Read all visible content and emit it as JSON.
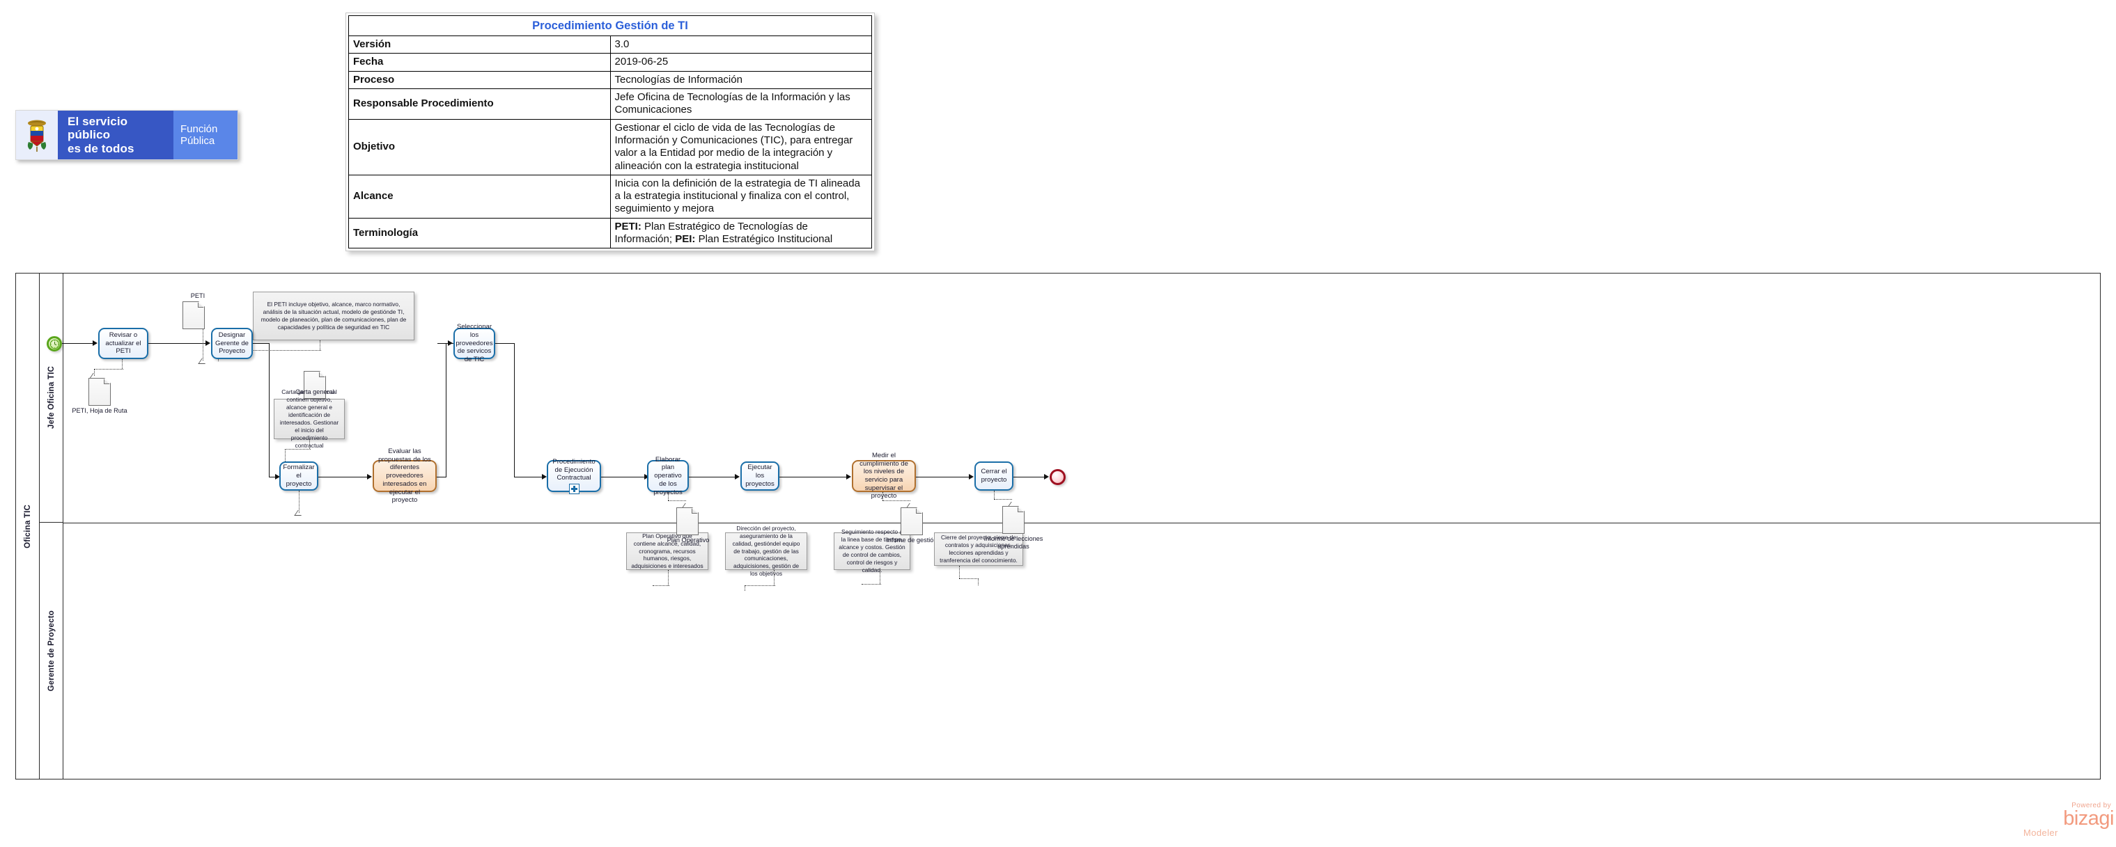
{
  "logo": {
    "crest_name": "colombia-coat-of-arms",
    "slogan_line1": "El servicio público",
    "slogan_line2": "es de todos",
    "entity_line1": "Función",
    "entity_line2": "Pública",
    "slogan_bg": "#3757c4",
    "entity_bg": "#5a86e8"
  },
  "header_table": {
    "title": "Procedimiento Gestión de TI",
    "title_color": "#2b5fd9",
    "rows": [
      {
        "label": "Versión",
        "value": "3.0"
      },
      {
        "label": "Fecha",
        "value": "2019-06-25"
      },
      {
        "label": "Proceso",
        "value": "Tecnologías de Información"
      },
      {
        "label": "Responsable Procedimiento",
        "value": "Jefe Oficina de Tecnologías de la Información y las Comunicaciones"
      },
      {
        "label": "Objetivo",
        "value": "Gestionar el ciclo de vida de las Tecnologías de Información y Comunicaciones (TIC), para entregar valor a la Entidad por medio de la integración y alineación con la estrategia institucional"
      },
      {
        "label": "Alcance",
        "value": "Inicia con la definición de la estrategia de TI alineada a la estrategia institucional y finaliza con el control, seguimiento y mejora"
      },
      {
        "label": "Terminología",
        "value": "PETI: Plan Estratégico de Tecnologías de Información; PEI: Plan Estratégico Institucional"
      }
    ],
    "terminology_parts": {
      "b1": "PETI:",
      "t1": " Plan Estratégico de Tecnologías de Información; ",
      "b2": "PEI:",
      "t2": " Plan Estratégico Institucional"
    }
  },
  "diagram": {
    "pool": {
      "name": "Oficina TIC"
    },
    "lanes": [
      {
        "id": "lane-jefe",
        "name": "Jefe Oficina TIC"
      },
      {
        "id": "lane-gerente",
        "name": "Gerente de Proyecto"
      }
    ],
    "events": [
      {
        "id": "start",
        "type": "timer-start-event",
        "label": ""
      },
      {
        "id": "end",
        "type": "end-event",
        "label": ""
      }
    ],
    "tasks": [
      {
        "id": "t1",
        "label": "Revisar o actualizar el PETI",
        "style": "user"
      },
      {
        "id": "t2",
        "label": "Designar Gerente de Proyecto",
        "style": "user"
      },
      {
        "id": "t3",
        "label": "Seleccionar los proveedores de servicos de TIC",
        "style": "user"
      },
      {
        "id": "t4",
        "label": "Formalizar el proyecto",
        "style": "user"
      },
      {
        "id": "t5",
        "label": "Evaluar las propuestas de los diferentes proveedores interesados en ejecutar el proyecto",
        "style": "manual"
      },
      {
        "id": "t6",
        "label": "Procedimiento de Ejecución Contractual",
        "style": "subprocess"
      },
      {
        "id": "t7",
        "label": "Elaborar plan operativo de los proyectos",
        "style": "user"
      },
      {
        "id": "t8",
        "label": "Ejecutar los proyectos",
        "style": "user"
      },
      {
        "id": "t9",
        "label": "Medir el cumplimiento de los niveles de servicio para supervisar el proyecto",
        "style": "manual"
      },
      {
        "id": "t10",
        "label": "Cerrar el proyecto",
        "style": "user"
      }
    ],
    "documents": [
      {
        "id": "d1",
        "label": "PETI"
      },
      {
        "id": "d2",
        "label": "PETI, Hoja de Ruta"
      },
      {
        "id": "d3",
        "label": "Carta general"
      },
      {
        "id": "d4",
        "label": "Plan Operativo"
      },
      {
        "id": "d5",
        "label": "Infome de gestión"
      },
      {
        "id": "d6",
        "label": "Informe de lecciones aprendidas"
      }
    ],
    "annotations": [
      {
        "id": "a1",
        "text": "El PETI incluye objetivo, alcance, marco normativo, análisis de la situación actual, modelo de gestiónde TI, modelo de planeación, plan de comunicaciones, plan de capacidades y política de seguridad en TIC"
      },
      {
        "id": "a2",
        "text": "Carta general, la cual continen objetivo, alcance general e identificación de interesados. Gestionar el inicio del procedimiento contractual"
      },
      {
        "id": "a3",
        "text": "Plan Operativo que contiene alcance, calidad, cronograma, recursos humanos, riesgos, adquisiciones e interesados"
      },
      {
        "id": "a4",
        "text": "Dirección del proyecto, aseguramiento de la calidad, gestióndel equipo de trabajo, gestión de las comunicaciones, adquicisiones, gestión de los objetivos"
      },
      {
        "id": "a5",
        "text": "Seguimiento respecto a la linea base de tiempo, alcance y costos. Gestión de control de cambios, control de riesgos y calidad."
      },
      {
        "id": "a6",
        "text": "Cierre del proyecto, cierre de contratos y adquisiciones, lecciones aprendidas y tranferencia del conocimiento."
      }
    ]
  },
  "watermark": {
    "powered_by": "Powered by",
    "brand": "bizagi",
    "product": "Modeler"
  }
}
